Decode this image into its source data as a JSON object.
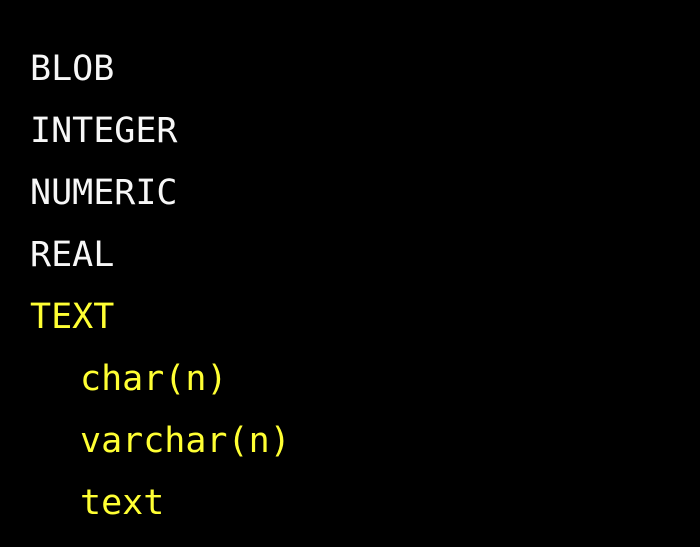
{
  "types": [
    {
      "label": "BLOB",
      "color": "#f7f7f7"
    },
    {
      "label": "INTEGER",
      "color": "#f7f7f7"
    },
    {
      "label": "NUMERIC",
      "color": "#f7f7f7"
    },
    {
      "label": "REAL",
      "color": "#f7f7f7"
    },
    {
      "label": "TEXT",
      "color": "#ffff33"
    }
  ],
  "text_subtypes": [
    {
      "label": "char(n)",
      "color": "#ffff33"
    },
    {
      "label": "varchar(n)",
      "color": "#ffff33"
    },
    {
      "label": "text",
      "color": "#ffff33"
    }
  ],
  "colors": {
    "background": "#000000",
    "default_text": "#f7f7f7",
    "highlight": "#ffff33"
  }
}
